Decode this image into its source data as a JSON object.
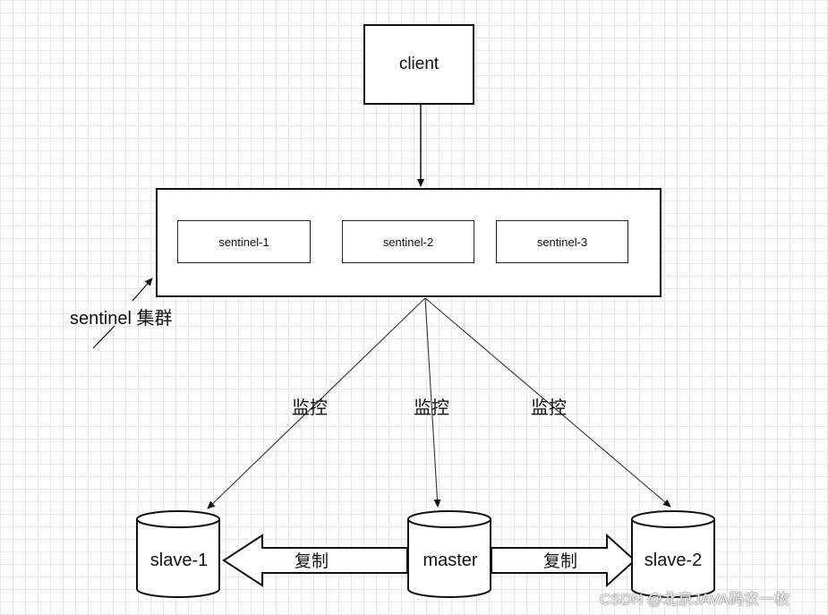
{
  "diagram": {
    "client": "client",
    "sentinels": [
      "sentinel-1",
      "sentinel-2",
      "sentinel-3"
    ],
    "cluster_label": "sentinel 集群",
    "monitor_label": "监控",
    "nodes": {
      "slave_left": "slave-1",
      "master": "master",
      "slave_right": "slave-2"
    },
    "replication_label": "复制",
    "watermark": "CSDN @北京JAVA码农一枚"
  },
  "colors": {
    "stroke": "#111111",
    "grid": "#e8e8e8",
    "background": "#fdfdfd"
  }
}
